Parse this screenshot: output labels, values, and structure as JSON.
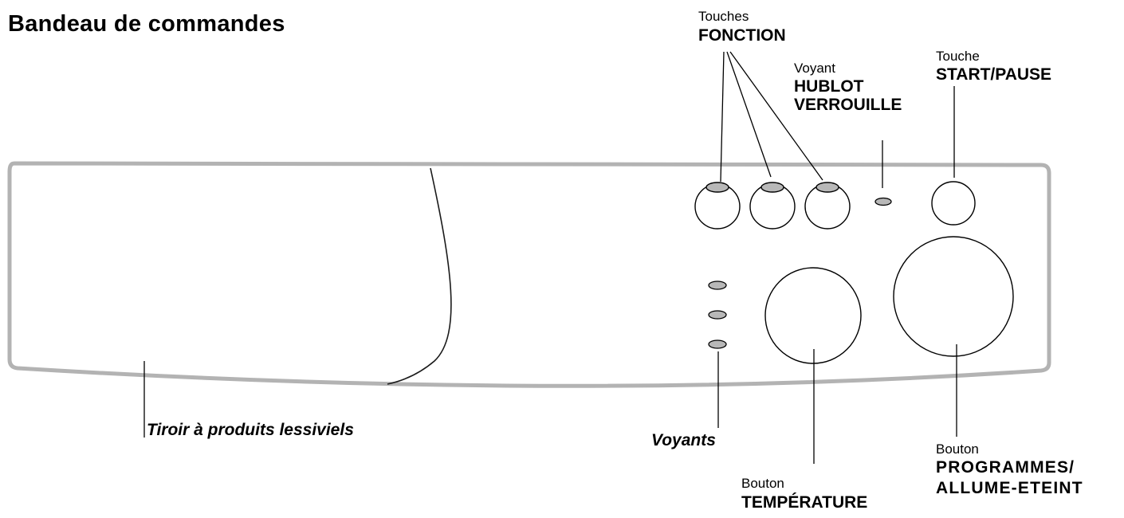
{
  "title": "Bandeau de commandes",
  "labels": {
    "function_keys": {
      "prefix": "Touches",
      "name": "FONCTION"
    },
    "door_lock_light": {
      "prefix": "Voyant",
      "name_line1": "HUBLOT",
      "name_line2": "VERROUILLE"
    },
    "start_pause_key": {
      "prefix": "Touche",
      "name": "START/PAUSE"
    },
    "detergent_drawer": {
      "name": "Tiroir à produits lessiviels"
    },
    "indicator_lights": {
      "name": "Voyants"
    },
    "temperature_knob": {
      "prefix": "Bouton",
      "name": "TEMPÉRATURE"
    },
    "programme_knob": {
      "prefix": "Bouton",
      "name_line1": "PROGRAMMES/",
      "name_line2": "ALLUME-ETEINT"
    }
  },
  "colors": {
    "panel_outline": "#b3b3b3",
    "line": "#000000",
    "led_fill": "#b8b8b8"
  }
}
